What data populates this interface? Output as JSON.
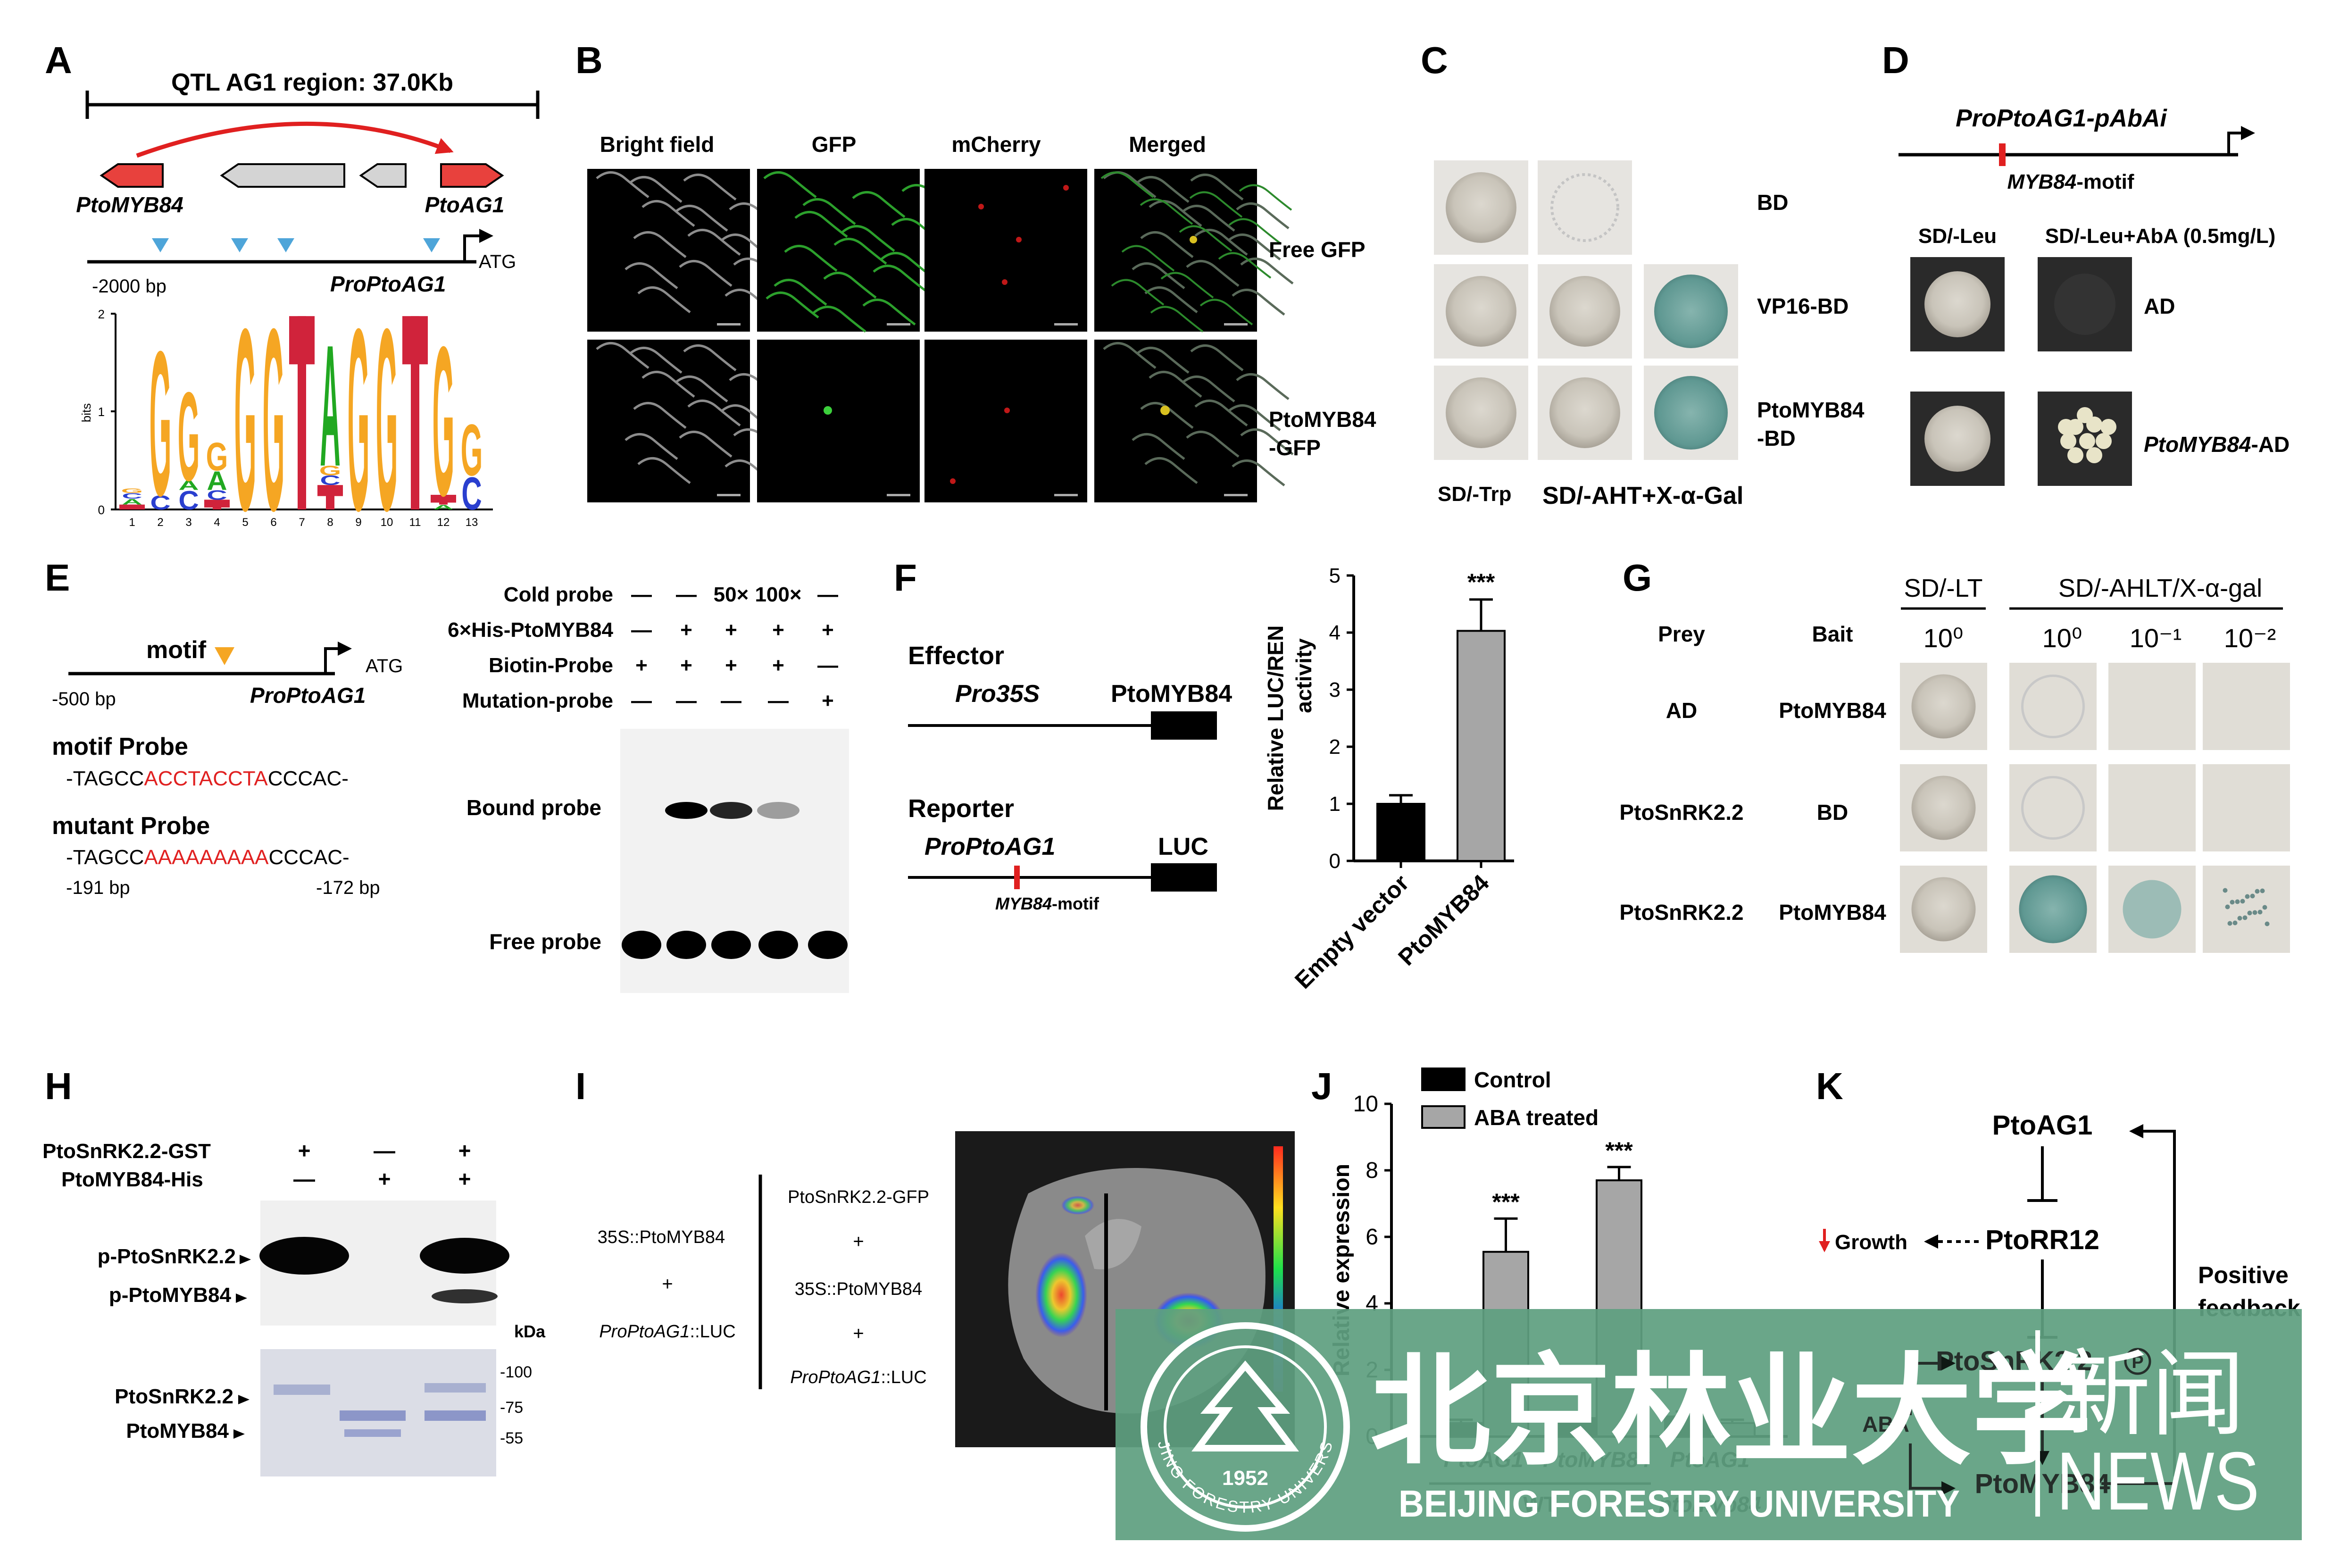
{
  "panel_letters": [
    "A",
    "B",
    "C",
    "D",
    "E",
    "F",
    "G",
    "H",
    "I",
    "J",
    "K"
  ],
  "panelA": {
    "title": "QTL AG1 region: 37.0Kb",
    "gene_left": "PtoMYB84",
    "gene_right": "PtoAG1",
    "bp_label": "-2000 bp",
    "promoter": "ProPtoAG1",
    "atg": "ATG",
    "logo_ylabel": "bits",
    "logo_yticks": [
      "0",
      "1",
      "2"
    ],
    "logo_positions": [
      "1",
      "2",
      "3",
      "4",
      "5",
      "6",
      "7",
      "8",
      "9",
      "10",
      "11",
      "12",
      "13"
    ]
  },
  "panelB": {
    "columns": [
      "Bright field",
      "GFP",
      "mCherry",
      "Merged"
    ],
    "rows": [
      "Free GFP",
      "PtoMYB84",
      "-GFP"
    ]
  },
  "panelC": {
    "rows": [
      "BD",
      "VP16-BD",
      "PtoMYB84",
      "-BD"
    ],
    "cols": [
      "SD/-Trp",
      "SD/-AHT+X-α-Gal"
    ]
  },
  "panelD": {
    "construct": "ProPtoAG1-pAbAi",
    "motif_label": "MYB84",
    "motif_suffix": "-motif",
    "cols": [
      "SD/-Leu",
      "SD/-Leu+AbA (0.5mg/L)"
    ],
    "rows": [
      "AD",
      "PtoMYB84",
      "-AD"
    ]
  },
  "panelE": {
    "motif": "motif",
    "atg": "ATG",
    "bp": "-500 bp",
    "promoter": "ProPtoAG1",
    "motif_probe_label": "motif Probe",
    "motif_probe_pre": "-TAGCC",
    "motif_probe_core": "ACCTACCTA",
    "motif_probe_post": "CCCAC-",
    "mutant_probe_label": "mutant Probe",
    "mutant_probe_pre": "-TAGCC",
    "mutant_probe_core": "AAAAAAAAA",
    "mutant_probe_post": "CCCAC-",
    "pos_left": "-191 bp",
    "pos_right": "-172 bp",
    "row_labels": [
      "Cold probe",
      "6×His-PtoMYB84",
      "Biotin-Probe",
      "Mutation-probe"
    ],
    "cold_probe_values": [
      "—",
      "—",
      "50×",
      "100×",
      "—"
    ],
    "his_values": [
      "—",
      "+",
      "+",
      "+",
      "+"
    ],
    "biotin_values": [
      "+",
      "+",
      "+",
      "+",
      "—"
    ],
    "mutation_values": [
      "—",
      "—",
      "—",
      "—",
      "+"
    ],
    "bound_label": "Bound probe",
    "free_label": "Free probe"
  },
  "panelF": {
    "effector": "Effector",
    "pro35s": "Pro35S",
    "myb": "PtoMYB84",
    "reporter": "Reporter",
    "promoter": "ProPtoAG1",
    "luc": "LUC",
    "motif_label": "MYB84",
    "motif_suffix": "-motif",
    "sig": "***"
  },
  "panelG": {
    "prey": "Prey",
    "bait": "Bait",
    "sd_lt": "SD/-LT",
    "sd_ahlt": "SD/-AHLT/X-α-gal",
    "dilutions": [
      "10⁰",
      "10⁰",
      "10⁻¹",
      "10⁻²"
    ],
    "rows": [
      {
        "prey": "AD",
        "bait": "PtoMYB84"
      },
      {
        "prey": "PtoSnRK2.2",
        "bait": "BD"
      },
      {
        "prey": "PtoSnRK2.2",
        "bait": "PtoMYB84"
      }
    ]
  },
  "panelH": {
    "row1": "PtoSnRK2.2-GST",
    "row2": "PtoMYB84-His",
    "row1_values": [
      "+",
      "—",
      "+"
    ],
    "row2_values": [
      "—",
      "+",
      "+"
    ],
    "band1": "p-PtoSnRK2.2",
    "band2": "p-PtoMYB84",
    "kda": "kDa",
    "band3": "PtoSnRK2.2",
    "band4": "PtoMYB84",
    "markers": [
      "-100",
      "-75",
      "-55"
    ]
  },
  "panelI": {
    "left1": "35S::PtoMYB84",
    "left_plus": "+",
    "left2_it": "ProPtoAG1",
    "left2_rest": "::LUC",
    "right1": "PtoSnRK2.2-GFP",
    "right_plus": "+",
    "right2": "35S::PtoMYB84",
    "right3_it": "ProPtoAG1",
    "right3_rest": "::LUC"
  },
  "panelK": {
    "ag1": "PtoAG1",
    "rr12": "PtoRR12",
    "growth": "Growth",
    "snrk": "PtoSnRK2.2",
    "p": "P",
    "aba": "ABA",
    "myb": "PtoMYB84",
    "positive": "Positive",
    "feedback": "feedback"
  },
  "watermark": {
    "cn_name": "北京林业大学",
    "cn_news": "新闻",
    "en_name": "BEIJING FORESTRY UNIVERSITY",
    "en_news": "NEWS",
    "seal_year": "1952",
    "seal_text": "BEIJING FORESTRY UNIVERSITY",
    "bg": "#5f9f80"
  },
  "chart_data": [
    {
      "type": "bar",
      "panel": "F",
      "categories": [
        "Empty vector",
        "PtoMYB84"
      ],
      "values": [
        1.0,
        4.03
      ],
      "errors": [
        0.15,
        0.55
      ],
      "colors": [
        "#000000",
        "#a6a6a6"
      ],
      "ylabel": "Relative LUC/REN activity",
      "ylabel_lines": [
        "Relative LUC/REN",
        "activity"
      ],
      "ylim": [
        0,
        5
      ],
      "yticks": [
        0,
        1,
        2,
        3,
        4,
        5
      ],
      "significance": [
        "",
        "***"
      ]
    },
    {
      "type": "bar",
      "panel": "J",
      "categories": [
        "PtoAG1",
        "PtoMYB84",
        "PtoAG1"
      ],
      "category_sublabels": [
        "",
        "WT",
        "ptomyb84"
      ],
      "series": [
        {
          "name": "Control",
          "values": [
            0.4,
            0.55,
            0.6
          ],
          "color": "#000000"
        },
        {
          "name": "ABA treated",
          "values": [
            5.55,
            7.7,
            0.4
          ],
          "color": "#a6a6a6"
        }
      ],
      "errors": {
        "Control": [
          0.1,
          0.1,
          0.15
        ],
        "ABA treated": [
          1.0,
          0.4,
          0.1
        ]
      },
      "ylabel": "Relative expression",
      "ylim": [
        0,
        10
      ],
      "yticks": [
        0,
        2,
        4,
        6,
        8,
        10
      ],
      "significance": [
        "***",
        "***",
        ""
      ]
    }
  ]
}
